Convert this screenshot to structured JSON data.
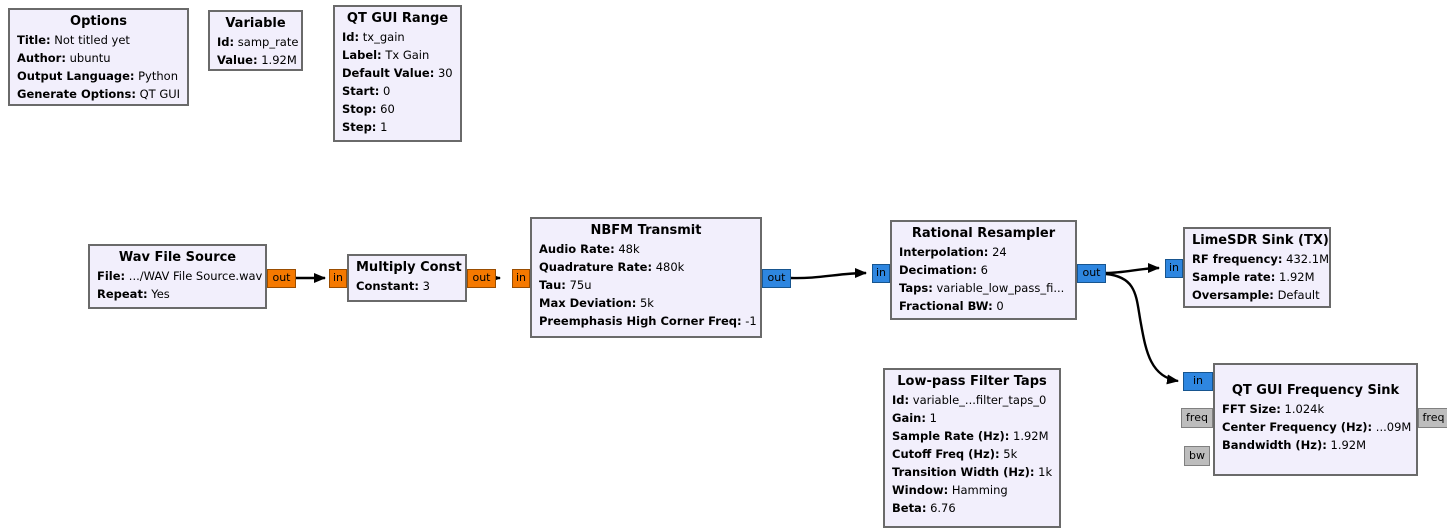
{
  "app": {
    "name": "GNU Radio Companion flowgraph"
  },
  "colors": {
    "canvas_bg": "#ffffff",
    "block_bg": "#f2effc",
    "block_border": "#6a6a6a",
    "port_float": "#f57900",
    "port_complex": "#2e86e0",
    "port_message": "#bdbdbd",
    "wire": "#000000"
  },
  "blocks": [
    {
      "id": "options",
      "title": "Options",
      "params": [
        {
          "label": "Title:",
          "value": "Not titled yet"
        },
        {
          "label": "Author:",
          "value": "ubuntu"
        },
        {
          "label": "Output Language:",
          "value": "Python"
        },
        {
          "label": "Generate Options:",
          "value": "QT GUI"
        }
      ]
    },
    {
      "id": "variable",
      "title": "Variable",
      "params": [
        {
          "label": "Id:",
          "value": "samp_rate"
        },
        {
          "label": "Value:",
          "value": "1.92M"
        }
      ]
    },
    {
      "id": "qt_gui_range",
      "title": "QT GUI Range",
      "params": [
        {
          "label": "Id:",
          "value": "tx_gain"
        },
        {
          "label": "Label:",
          "value": "Tx Gain"
        },
        {
          "label": "Default Value:",
          "value": "30"
        },
        {
          "label": "Start:",
          "value": "0"
        },
        {
          "label": "Stop:",
          "value": "60"
        },
        {
          "label": "Step:",
          "value": "1"
        }
      ]
    },
    {
      "id": "wav_file_source",
      "title": "Wav File Source",
      "params": [
        {
          "label": "File:",
          "value": ".../WAV File Source.wav"
        },
        {
          "label": "Repeat:",
          "value": "Yes"
        }
      ],
      "ports": [
        {
          "label": "out",
          "type": "float"
        }
      ]
    },
    {
      "id": "multiply_const",
      "title": "Multiply Const",
      "params": [
        {
          "label": "Constant:",
          "value": "3"
        }
      ],
      "ports": [
        {
          "label": "in",
          "type": "float"
        },
        {
          "label": "out",
          "type": "float"
        }
      ]
    },
    {
      "id": "nbfm_transmit",
      "title": "NBFM Transmit",
      "params": [
        {
          "label": "Audio Rate:",
          "value": "48k"
        },
        {
          "label": "Quadrature Rate:",
          "value": "480k"
        },
        {
          "label": "Tau:",
          "value": "75u"
        },
        {
          "label": "Max Deviation:",
          "value": "5k"
        },
        {
          "label": "Preemphasis High Corner Freq:",
          "value": "-1"
        }
      ],
      "ports": [
        {
          "label": "in",
          "type": "float"
        },
        {
          "label": "out",
          "type": "complex"
        }
      ]
    },
    {
      "id": "rational_resampler",
      "title": "Rational Resampler",
      "params": [
        {
          "label": "Interpolation:",
          "value": "24"
        },
        {
          "label": "Decimation:",
          "value": "6"
        },
        {
          "label": "Taps:",
          "value": "variable_low_pass_fi..."
        },
        {
          "label": "Fractional BW:",
          "value": "0"
        }
      ],
      "ports": [
        {
          "label": "in",
          "type": "complex"
        },
        {
          "label": "out",
          "type": "complex"
        }
      ]
    },
    {
      "id": "limesdr_sink_tx",
      "title": "LimeSDR Sink (TX)",
      "params": [
        {
          "label": "RF frequency:",
          "value": "432.1M"
        },
        {
          "label": "Sample rate:",
          "value": "1.92M"
        },
        {
          "label": "Oversample:",
          "value": "Default"
        }
      ],
      "ports": [
        {
          "label": "in",
          "type": "complex"
        }
      ]
    },
    {
      "id": "qt_gui_frequency_sink",
      "title": "QT GUI Frequency Sink",
      "params": [
        {
          "label": "FFT Size:",
          "value": "1.024k"
        },
        {
          "label": "Center Frequency (Hz):",
          "value": "...09M"
        },
        {
          "label": "Bandwidth (Hz):",
          "value": "1.92M"
        }
      ],
      "ports": [
        {
          "label": "in",
          "type": "complex"
        },
        {
          "label": "freq",
          "type": "message"
        },
        {
          "label": "bw",
          "type": "message"
        },
        {
          "label": "freq",
          "type": "message"
        }
      ]
    },
    {
      "id": "low_pass_filter_taps",
      "title": "Low-pass Filter Taps",
      "params": [
        {
          "label": "Id:",
          "value": "variable_...filter_taps_0"
        },
        {
          "label": "Gain:",
          "value": "1"
        },
        {
          "label": "Sample Rate (Hz):",
          "value": "1.92M"
        },
        {
          "label": "Cutoff Freq (Hz):",
          "value": "5k"
        },
        {
          "label": "Transition Width (Hz):",
          "value": "1k"
        },
        {
          "label": "Window:",
          "value": "Hamming"
        },
        {
          "label": "Beta:",
          "value": "6.76"
        }
      ]
    }
  ],
  "connections": [
    {
      "from": "wav_file_source.out",
      "to": "multiply_const.in"
    },
    {
      "from": "multiply_const.out",
      "to": "nbfm_transmit.in"
    },
    {
      "from": "nbfm_transmit.out",
      "to": "rational_resampler.in"
    },
    {
      "from": "rational_resampler.out",
      "to": "limesdr_sink_tx.in"
    },
    {
      "from": "rational_resampler.out",
      "to": "qt_gui_frequency_sink.in"
    }
  ]
}
